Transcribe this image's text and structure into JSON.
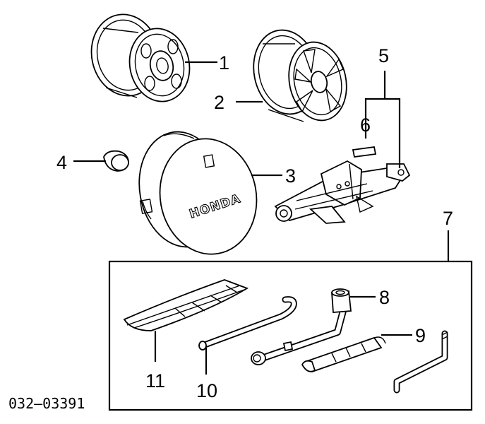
{
  "diagram": {
    "callouts": {
      "c1": "1",
      "c2": "2",
      "c3": "3",
      "c4": "4",
      "c5": "5",
      "c6": "6",
      "c7": "7",
      "c8": "8",
      "c9": "9",
      "c10": "10",
      "c11": "11"
    },
    "brand_text": "HONDA",
    "diagram_number": "032–03391"
  }
}
